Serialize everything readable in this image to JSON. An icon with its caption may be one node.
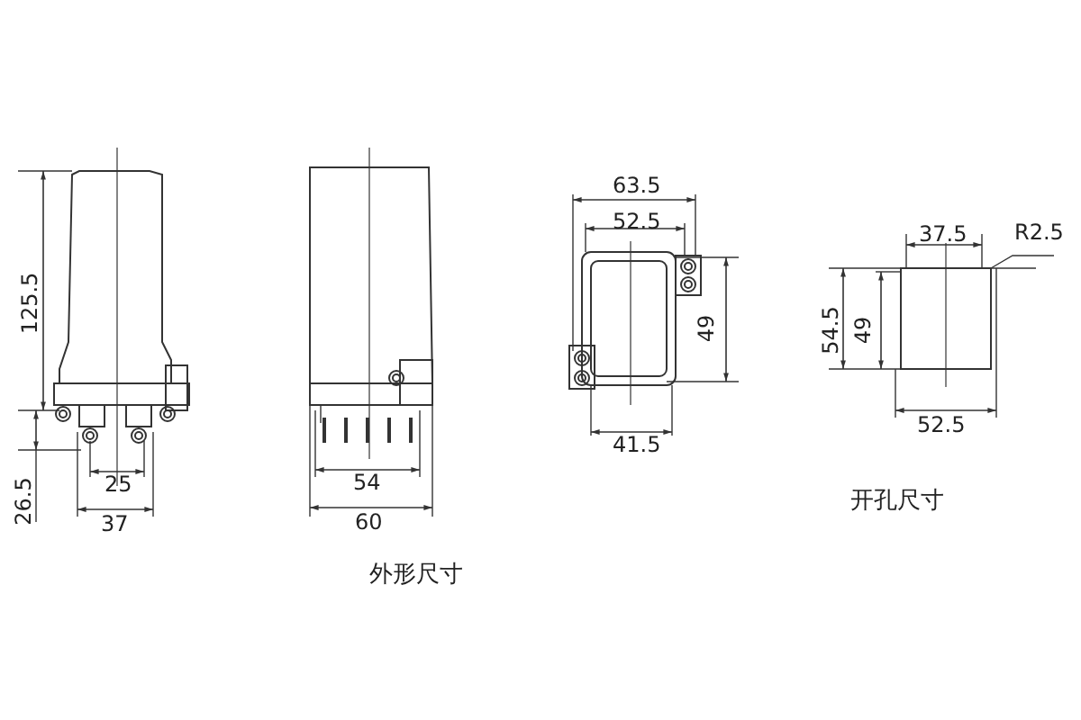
{
  "diagram": {
    "labels": [
      "125.5",
      "26.5",
      "25",
      "37",
      "54",
      "60",
      "63.5",
      "52.5",
      "49",
      "41.5",
      "37.5",
      "R2.5",
      "54.5",
      "49",
      "52.5",
      "外形尺寸",
      "开孔尺寸"
    ]
  }
}
